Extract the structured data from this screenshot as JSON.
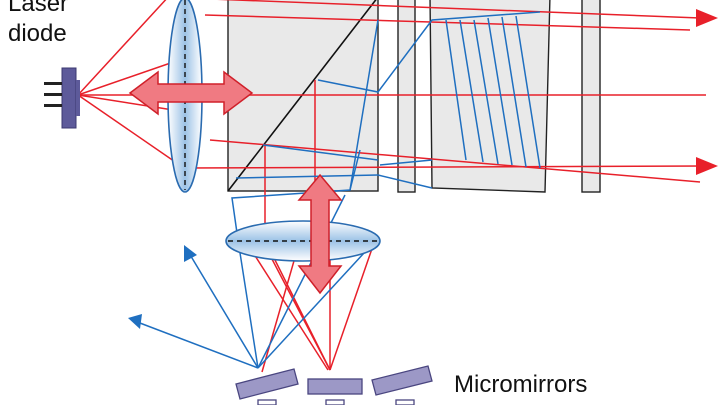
{
  "labels": {
    "laser": "Laser",
    "diode": "diode",
    "micromirrors": "Micromirrors"
  },
  "colors": {
    "red_beam": "#e8202a",
    "blue_beam": "#1f6fc0",
    "lens_fill": "#bcd6ee",
    "lens_edge": "#2a6bb0",
    "arrow_fill": "#f07a82",
    "arrow_edge": "#d0202a",
    "mirror_fill": "#9c98c6",
    "mirror_edge": "#4a4680",
    "diode_fill": "#5d5a9a",
    "glass_fill": "#e6e6e6",
    "outline": "#222222"
  }
}
